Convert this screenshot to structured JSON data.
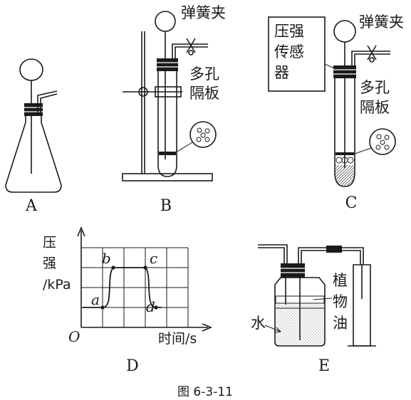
{
  "figure": {
    "caption": "图 6-3-11",
    "panels": [
      {
        "id": "A",
        "label": "A"
      },
      {
        "id": "B",
        "label": "B",
        "labels": [
          "弹簧夹",
          "多孔",
          "隔板"
        ]
      },
      {
        "id": "C",
        "label": "C",
        "labels": [
          "压强",
          "传感",
          "器",
          "弹簧夹",
          "多孔",
          "隔板"
        ]
      },
      {
        "id": "D",
        "label": "D"
      },
      {
        "id": "E",
        "label": "E",
        "labels": [
          "植",
          "物",
          "油",
          "水"
        ]
      }
    ]
  },
  "chart_data": {
    "type": "line",
    "ylabel_lines": [
      "压",
      "强",
      "/kPa"
    ],
    "xlabel": "时间/s",
    "origin": "O",
    "grid": true,
    "points": [
      {
        "name": "a",
        "t": 1,
        "p": 1
      },
      {
        "name": "b",
        "t": 1.5,
        "p": 3
      },
      {
        "name": "c",
        "t": 3,
        "p": 3
      },
      {
        "name": "d",
        "t": 3.5,
        "p": 1
      }
    ],
    "xlim": [
      0,
      5
    ],
    "ylim": [
      0,
      4
    ]
  }
}
